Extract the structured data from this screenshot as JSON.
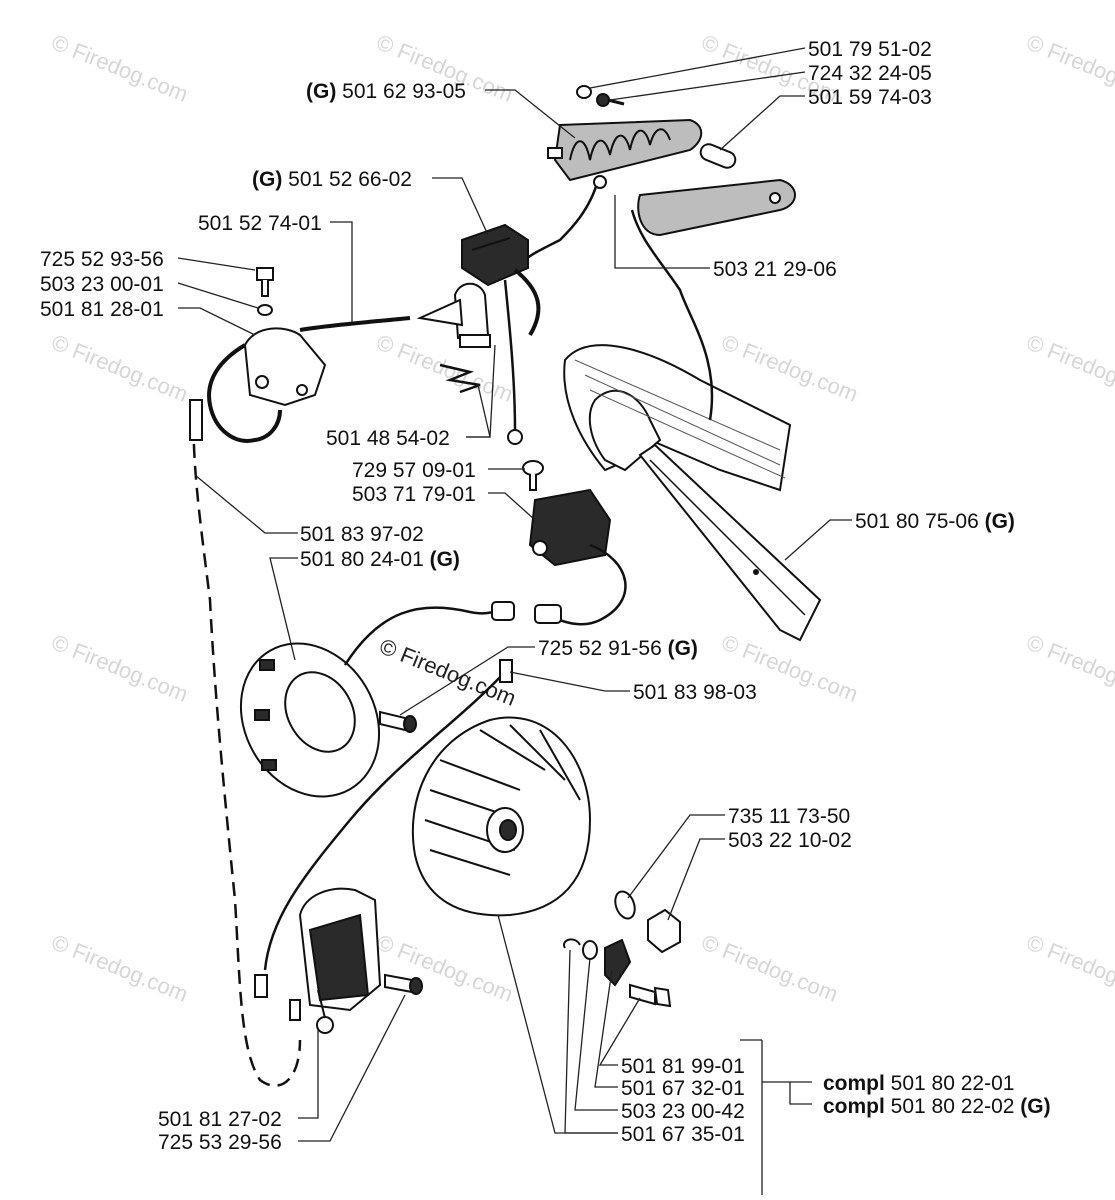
{
  "watermark": {
    "text": "© Firedog.com",
    "center_text": "© Firedog.com"
  },
  "labels": [
    {
      "id": "p1",
      "prefix": "",
      "number": "501 79 51-02",
      "suffix": ""
    },
    {
      "id": "p2",
      "prefix": "",
      "number": "724 32 24-05",
      "suffix": ""
    },
    {
      "id": "p3",
      "prefix": "",
      "number": "501 59 74-03",
      "suffix": ""
    },
    {
      "id": "p4",
      "prefix": "(G)",
      "number": " 501 62 93-05",
      "suffix": ""
    },
    {
      "id": "p5",
      "prefix": "(G)",
      "number": " 501 52 66-02",
      "suffix": ""
    },
    {
      "id": "p6",
      "prefix": "",
      "number": "501 52 74-01",
      "suffix": ""
    },
    {
      "id": "p7",
      "prefix": "",
      "number": "725 52 93-56",
      "suffix": ""
    },
    {
      "id": "p8",
      "prefix": "",
      "number": "503 23 00-01",
      "suffix": ""
    },
    {
      "id": "p9",
      "prefix": "",
      "number": "501 81 28-01",
      "suffix": ""
    },
    {
      "id": "p10",
      "prefix": "",
      "number": "503 21 29-06",
      "suffix": ""
    },
    {
      "id": "p11",
      "prefix": "",
      "number": "501 48 54-02",
      "suffix": ""
    },
    {
      "id": "p12",
      "prefix": "",
      "number": "729 57 09-01",
      "suffix": ""
    },
    {
      "id": "p13",
      "prefix": "",
      "number": "503 71 79-01",
      "suffix": ""
    },
    {
      "id": "p14",
      "prefix": "",
      "number": "501 80 75-06 ",
      "suffix": "(G)"
    },
    {
      "id": "p15",
      "prefix": "",
      "number": "501 83 97-02",
      "suffix": ""
    },
    {
      "id": "p16",
      "prefix": "",
      "number": "501 80 24-01 ",
      "suffix": "(G)"
    },
    {
      "id": "p17",
      "prefix": "",
      "number": "725 52 91-56 ",
      "suffix": "(G)"
    },
    {
      "id": "p18",
      "prefix": "",
      "number": "501 83 98-03",
      "suffix": ""
    },
    {
      "id": "p19",
      "prefix": "",
      "number": "735 11 73-50",
      "suffix": ""
    },
    {
      "id": "p20",
      "prefix": "",
      "number": "503 22 10-02",
      "suffix": ""
    },
    {
      "id": "p21",
      "prefix": "",
      "number": "501 81 99-01",
      "suffix": ""
    },
    {
      "id": "p22",
      "prefix": "",
      "number": "501 67 32-01",
      "suffix": ""
    },
    {
      "id": "p23",
      "prefix": "",
      "number": "503 23 00-42",
      "suffix": ""
    },
    {
      "id": "p24",
      "prefix": "",
      "number": "501 67 35-01",
      "suffix": ""
    },
    {
      "id": "p25",
      "prefix": "",
      "number": "501 81 27-02",
      "suffix": ""
    },
    {
      "id": "p26",
      "prefix": "",
      "number": "725 53 29-56",
      "suffix": ""
    },
    {
      "id": "p27",
      "prefix": "compl",
      "number": " 501 80 22-01",
      "suffix": ""
    },
    {
      "id": "p28",
      "prefix": "compl",
      "number": " 501 80 22-02 ",
      "suffix": "(G)"
    }
  ]
}
